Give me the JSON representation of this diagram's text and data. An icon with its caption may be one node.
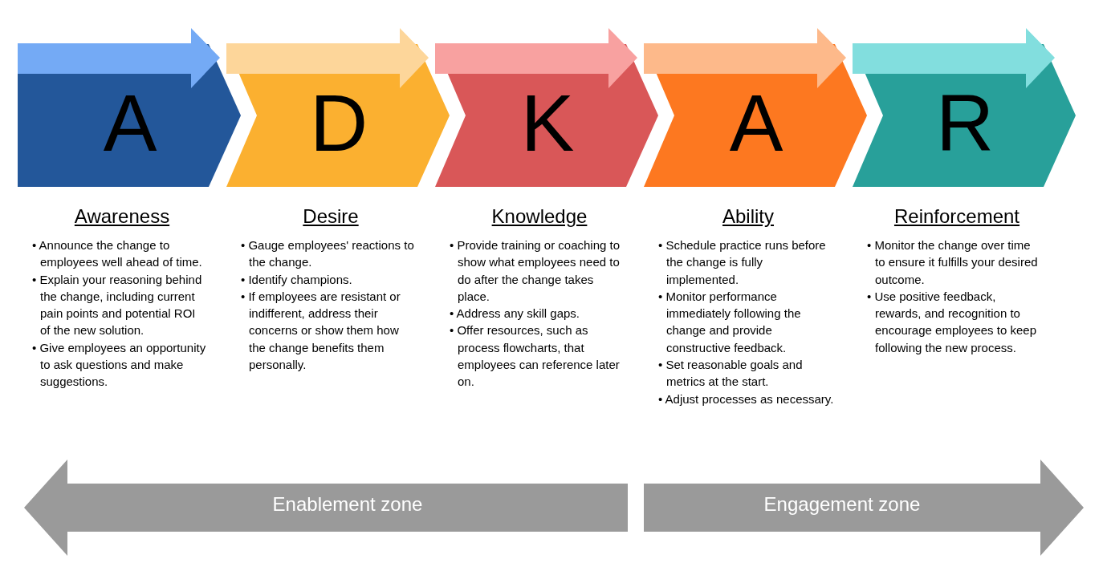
{
  "diagram": {
    "nodes": [
      {
        "text": [
          "A"
        ],
        "beside": [
          "Awareness",
          "• Announce the change to employees well ahead of time.",
          "• Explain your reasoning behind the change, including current pain points and potential ROI of the new solution.",
          "• Give employees an opportunity to ask questions and make suggestions."
        ]
      },
      {
        "text": [
          "D"
        ],
        "beside": [
          "Desire",
          "• Gauge employees' reactions to the change.",
          "• Identify champions.",
          "• If employees are resistant or indifferent, address their concerns or show them how the change benefits them personally."
        ]
      },
      {
        "text": [
          "K"
        ],
        "beside": [
          "Knowledge",
          "• Provide training or coaching to show what employees need to do after the change takes place.",
          "• Address any skill gaps.",
          "• Offer resources, such as process flowcharts, that employees can reference later on."
        ]
      },
      {
        "text": [
          "A"
        ],
        "beside": [
          "Ability",
          "• Schedule practice runs before the change is fully implemented.",
          "• Monitor performance immediately following the change and provide constructive feedback.",
          "• Set reasonable goals and metrics at the start.",
          "• Adjust processes as necessary."
        ]
      },
      {
        "text": [
          "R"
        ],
        "beside": [
          "Reinforcement",
          "• Monitor the change over time to ensure it fulfills your desired outcome.",
          "• Use positive feedback, rewards, and recognition to encourage employees to keep following the new process."
        ]
      },
      {
        "text": [
          "Enablement zone"
        ]
      },
      {
        "text": [
          "Engagement zone"
        ]
      }
    ]
  }
}
